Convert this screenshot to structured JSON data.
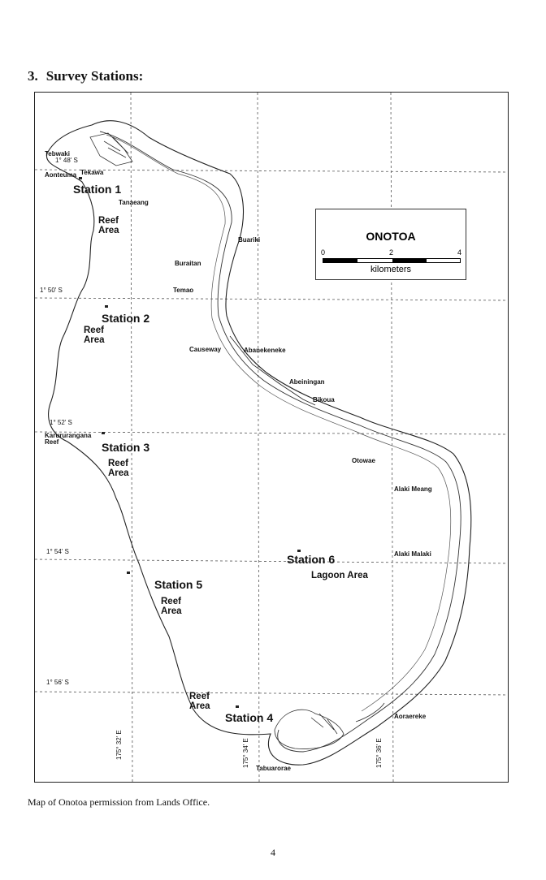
{
  "heading": {
    "number": "3.",
    "title": "Survey Stations:"
  },
  "map": {
    "legend": {
      "title": "ONOTOA",
      "tick_0": "0",
      "tick_2": "2",
      "tick_4": "4",
      "unit": "kilometers"
    },
    "latitudes": [
      "1° 48' S",
      "1° 50' S",
      "1° 52' S",
      "1° 54' S",
      "1° 56' S"
    ],
    "longitudes": [
      "175° 32' E",
      "175° 34' E",
      "175° 36' E"
    ],
    "stations": [
      "Station 1",
      "Station 2",
      "Station 3",
      "Station 5",
      "Station 4",
      "Station 6"
    ],
    "areas": {
      "reef_area": "Reef\nArea",
      "lagoon": "Lagoon Area",
      "reef_area_inline": "Reef\nArea"
    },
    "places": {
      "tebwaki": "Tebwaki",
      "aonteuma": "Aonteuma",
      "tekawa": "Tekawa",
      "tanaeang": "Tanaeang",
      "buariki": "Buariki",
      "buraitan": "Buraitan",
      "temao": "Temao",
      "causeway": "Causeway",
      "abanekeneke": "Abanekeneke",
      "abeiningan": "Abeiningan",
      "bikoua": "Bikoua",
      "karururangana_reef": "Karururangana\nReef",
      "otowae": "Otowae",
      "alaki_meang": "Alaki Meang",
      "alaki_malaki": "Alaki Malaki",
      "aoraereke": "Aoraereke",
      "tabuarorae": "Tabuarorae"
    }
  },
  "caption": "Map of Onotoa permission from Lands Office.",
  "page_number": "4"
}
